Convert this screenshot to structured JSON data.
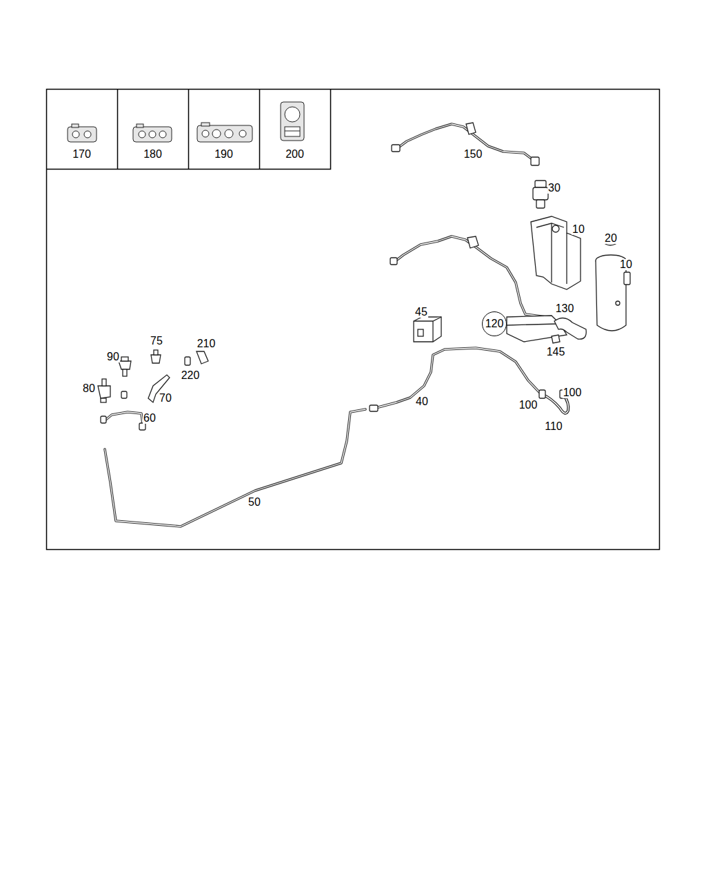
{
  "diagram": {
    "nodes": [
      {
        "text": [
          "170"
        ]
      },
      {
        "text": [
          "180"
        ]
      },
      {
        "text": [
          "190"
        ]
      },
      {
        "text": [
          "200"
        ]
      },
      {
        "text": [
          "120"
        ]
      }
    ],
    "labels": [
      "150",
      "30",
      "10",
      "20",
      "10",
      "130",
      "45",
      "145",
      "40",
      "100",
      "100",
      "110",
      "75",
      "210",
      "90",
      "220",
      "80",
      "70",
      "60",
      "50"
    ]
  }
}
